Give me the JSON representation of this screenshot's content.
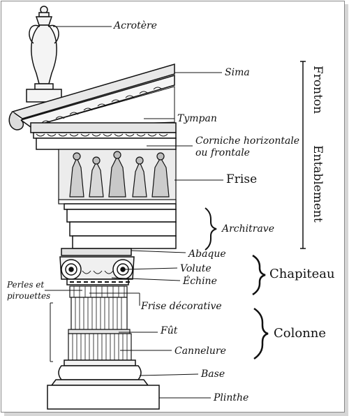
{
  "labels": {
    "acrotere": "Acrotère",
    "sima": "Sima",
    "tympan": "Tympan",
    "corniche_line1": "Corniche horizontale",
    "corniche_line2": "ou frontale",
    "frise": "Frise",
    "architrave": "Architrave",
    "abaque": "Abaque",
    "volute": "Volute",
    "echine": "Échine",
    "perles_line1": "Perles et",
    "perles_line2": "pirouettes",
    "frise_decorative": "Frise décorative",
    "fut": "Fût",
    "cannelure": "Cannelure",
    "base": "Base",
    "plinthe": "Plinthe"
  },
  "groups": {
    "fronton": "Fronton",
    "entablement": "Entablement",
    "chapiteau": "Chapiteau",
    "colonne": "Colonne"
  },
  "colors": {
    "ink": "#111111",
    "background": "#ffffff"
  }
}
